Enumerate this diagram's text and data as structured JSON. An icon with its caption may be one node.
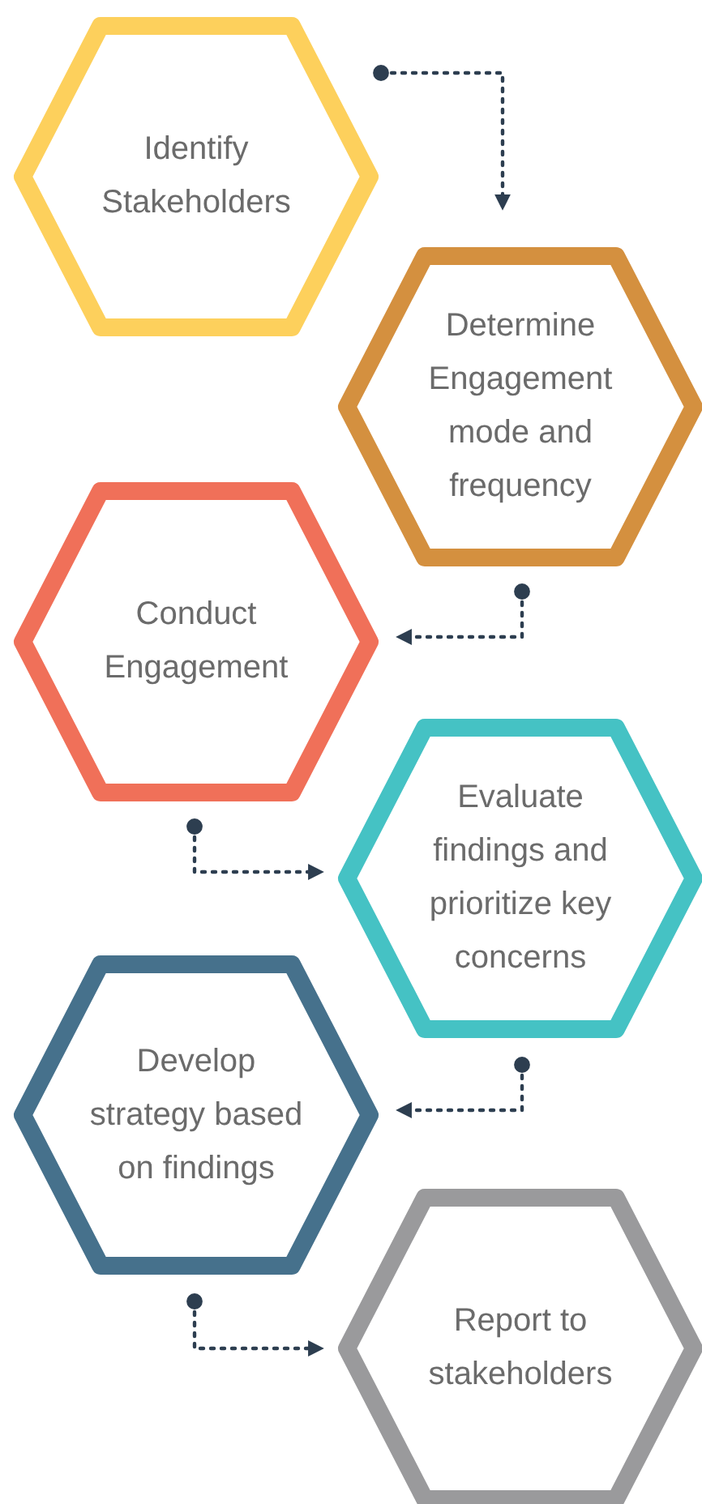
{
  "diagram": {
    "nodes": [
      {
        "text": [
          "Identify Stakeholders"
        ]
      },
      {
        "text": [
          "Determine Engagement mode and frequency"
        ]
      },
      {
        "text": [
          "Conduct Engagement"
        ]
      },
      {
        "text": [
          "Evaluate findings and prioritize key concerns"
        ]
      },
      {
        "text": [
          "Develop strategy based on findings"
        ]
      },
      {
        "text": [
          "Report to stakeholders"
        ]
      }
    ],
    "edges": [
      {
        "from": 0,
        "to": 1,
        "arrow": "to",
        "style": "dashed"
      },
      {
        "from": 1,
        "to": 2,
        "arrow": "to",
        "style": "dashed"
      },
      {
        "from": 2,
        "to": 3,
        "arrow": "to",
        "style": "dashed"
      },
      {
        "from": 3,
        "to": 4,
        "arrow": "to",
        "style": "dashed"
      },
      {
        "from": 4,
        "to": 5,
        "arrow": "to",
        "style": "dashed"
      }
    ]
  }
}
